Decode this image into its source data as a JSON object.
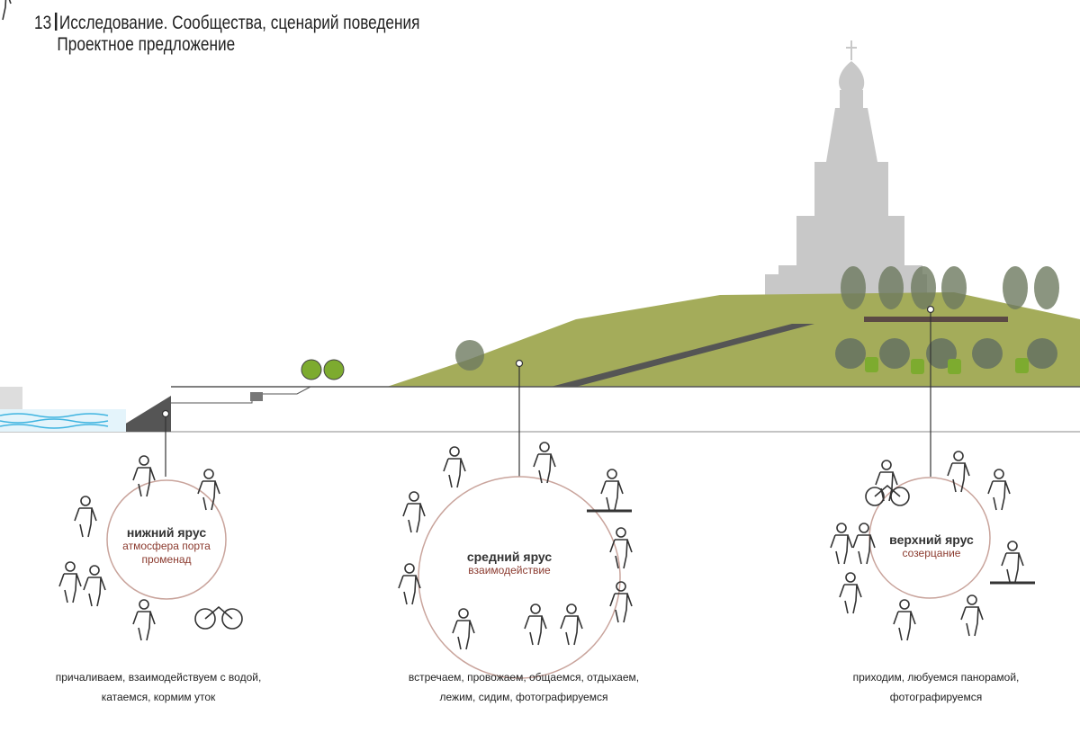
{
  "header": {
    "page_number": "13",
    "title": "Исследование. Сообщества, сценарий поведения",
    "subtitle": "Проектное предложение"
  },
  "tiers": [
    {
      "title": "нижний ярус",
      "subtitle_lines": [
        "атмосфера порта",
        "променад"
      ],
      "activities_lines": [
        "причаливаем, взаимодействуем с водой,",
        "катаемся, кормим уток"
      ]
    },
    {
      "title": "средний ярус",
      "subtitle_lines": [
        "взаимодействие"
      ],
      "activities_lines": [
        "встречаем, провожаем, общаемся, отдыхаем,",
        "лежим, сидим, фотографируемся"
      ]
    },
    {
      "title": "верхний ярус",
      "subtitle_lines": [
        "созерцание"
      ],
      "activities_lines": [
        "приходим, любуемся панорамой,",
        "фотографируемся"
      ]
    }
  ],
  "colors": {
    "green": "#a4ac5a",
    "church": "#c8c8c8",
    "circle": "#c9a49c",
    "accent": "#8b3a2e",
    "water": "#3fb4e0"
  }
}
